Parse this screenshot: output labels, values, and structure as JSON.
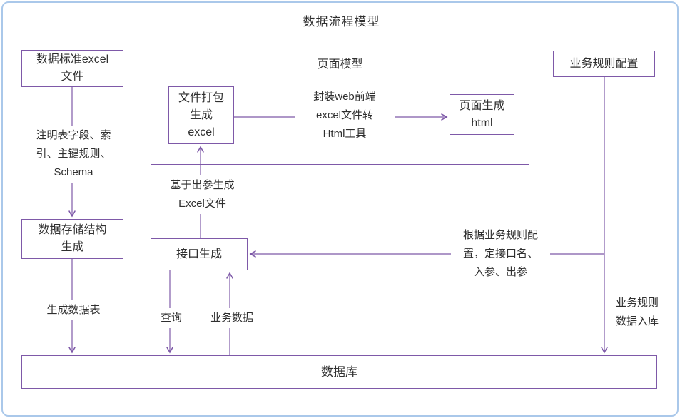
{
  "diagram": {
    "title": "数据流程模型",
    "nodes": {
      "excel_standard": "数据标准excel\n文件",
      "page_model": "页面模型",
      "business_rule_config": "业务规则配置",
      "file_package": "文件打包\n生成\nexcel",
      "page_generate": "页面生成\nhtml",
      "storage_structure": "数据存储结构\n生成",
      "api_generate": "接口生成",
      "database": "数据库"
    },
    "edge_labels": {
      "schema_note": "注明表字段、索\n引、主键规则、\nSchema",
      "web_tool": "封装web前端\nexcel文件转\nHtml工具",
      "excel_from_output": "基于出参生成\nExcel文件",
      "generate_table": "生成数据表",
      "query": "查询",
      "business_data": "业务数据",
      "rule_to_api": "根据业务规则配\n置，定接口名、\n入参、出参",
      "rule_into_db": "业务规则\n数据入库"
    }
  }
}
